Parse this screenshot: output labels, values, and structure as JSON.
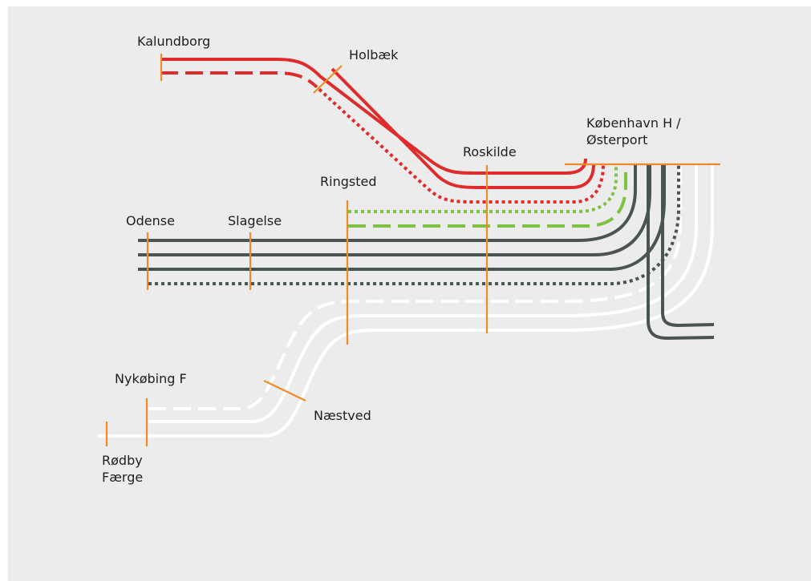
{
  "colors": {
    "background": "#ececec",
    "station_marker": "#f08a24",
    "red_route": "#de2c2c",
    "green_route": "#7dc242",
    "dark_route": "#4a5450",
    "white_route": "#ffffff"
  },
  "line_styles": [
    "solid",
    "dashed",
    "dotted"
  ],
  "stations": {
    "kalundborg": "Kalundborg",
    "holbaek": "Holbæk",
    "kobenhavn_1": "København H /",
    "kobenhavn_2": "Østerport",
    "roskilde": "Roskilde",
    "ringsted": "Ringsted",
    "odense": "Odense",
    "slagelse": "Slagelse",
    "nykobing": "Nykøbing F",
    "naestved": "Næstved",
    "rodby_1": "Rødby",
    "rodby_2": "Færge"
  },
  "routes": [
    {
      "group": "red",
      "style": "solid"
    },
    {
      "group": "red",
      "style": "dashed"
    },
    {
      "group": "red",
      "style": "solid"
    },
    {
      "group": "red",
      "style": "dotted"
    },
    {
      "group": "green",
      "style": "dotted"
    },
    {
      "group": "green",
      "style": "dashed"
    },
    {
      "group": "dark",
      "style": "solid"
    },
    {
      "group": "dark",
      "style": "solid"
    },
    {
      "group": "dark",
      "style": "solid"
    },
    {
      "group": "dark",
      "style": "dotted"
    },
    {
      "group": "white",
      "style": "dashed"
    },
    {
      "group": "white",
      "style": "solid"
    },
    {
      "group": "white",
      "style": "solid"
    }
  ]
}
